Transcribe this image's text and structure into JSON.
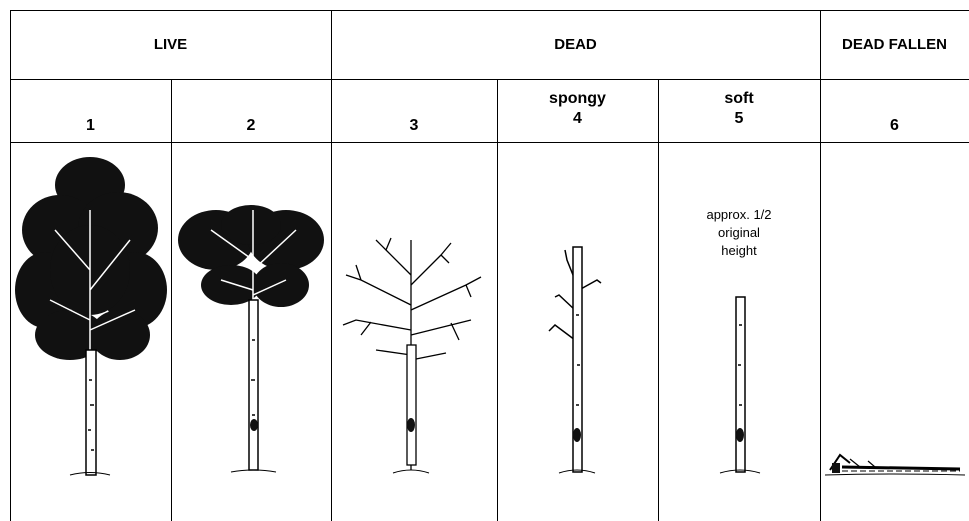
{
  "headers": {
    "live": "LIVE",
    "dead": "DEAD",
    "dead_fallen": "DEAD FALLEN"
  },
  "stages": [
    {
      "number": "1",
      "label": ""
    },
    {
      "number": "2",
      "label": ""
    },
    {
      "number": "3",
      "label": ""
    },
    {
      "number": "4",
      "label": "spongy"
    },
    {
      "number": "5",
      "label": "soft"
    },
    {
      "number": "6",
      "label": ""
    }
  ],
  "stage5_note": [
    "approx. 1/2",
    "original",
    "height"
  ]
}
